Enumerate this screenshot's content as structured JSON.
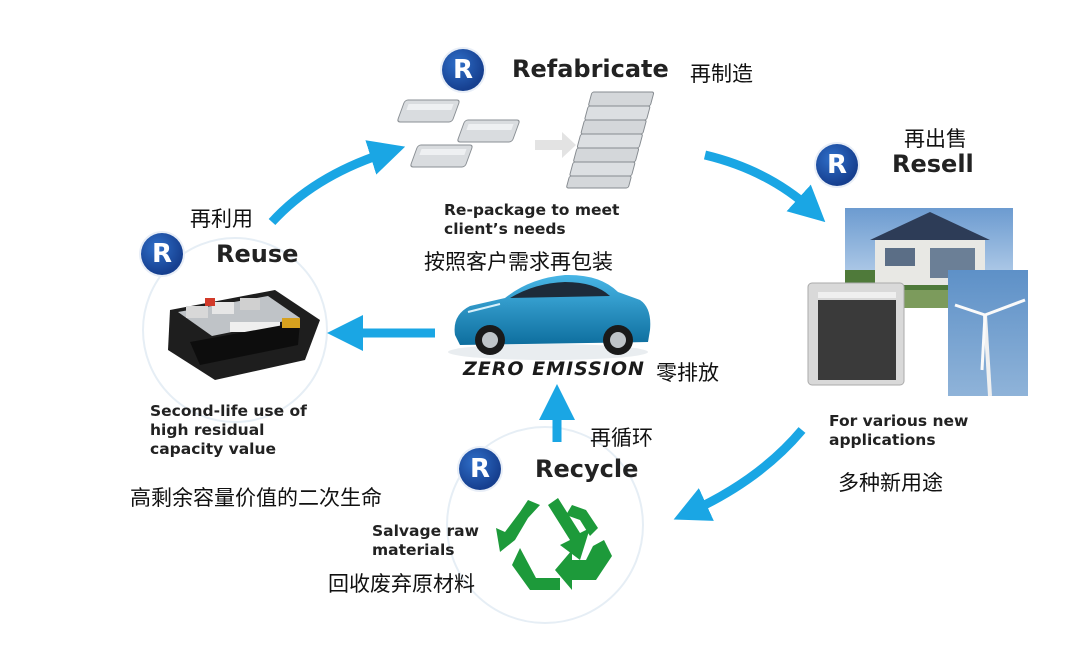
{
  "badge_letter": "R",
  "colors": {
    "arrow": "#1aa6e4",
    "badge": "#1b4b9e",
    "recycle_green": "#1d9a3a",
    "car_blue": "#1c8fc4"
  },
  "refabricate": {
    "title": "Refabricate",
    "title_cn": "再制造",
    "desc_lines": [
      "Re-package to meet",
      "client’s needs"
    ],
    "desc_cn": "按照客户需求再包装"
  },
  "resell": {
    "title": "Resell",
    "title_cn": "再出售",
    "desc_lines": [
      "For various new",
      "applications"
    ],
    "desc_cn": "多种新用途"
  },
  "reuse": {
    "title": "Reuse",
    "title_cn": "再利用",
    "desc_lines": [
      "Second-life use of",
      "high residual",
      "capacity value"
    ],
    "desc_cn": "高剩余容量价值的二次生命"
  },
  "recycle": {
    "title": "Recycle",
    "title_cn": "再循环",
    "desc_lines": [
      "Salvage raw",
      "materials"
    ],
    "desc_cn": "回收废弃原材料"
  },
  "center": {
    "logo_text": "ZERO EMISSION",
    "logo_cn": "零排放"
  },
  "icons": [
    "battery-module-icon",
    "battery-stack-icon",
    "battery-pack-icon",
    "electric-car-icon",
    "house-solar-icon",
    "wind-turbine-icon",
    "home-battery-icon",
    "recycle-icon"
  ]
}
